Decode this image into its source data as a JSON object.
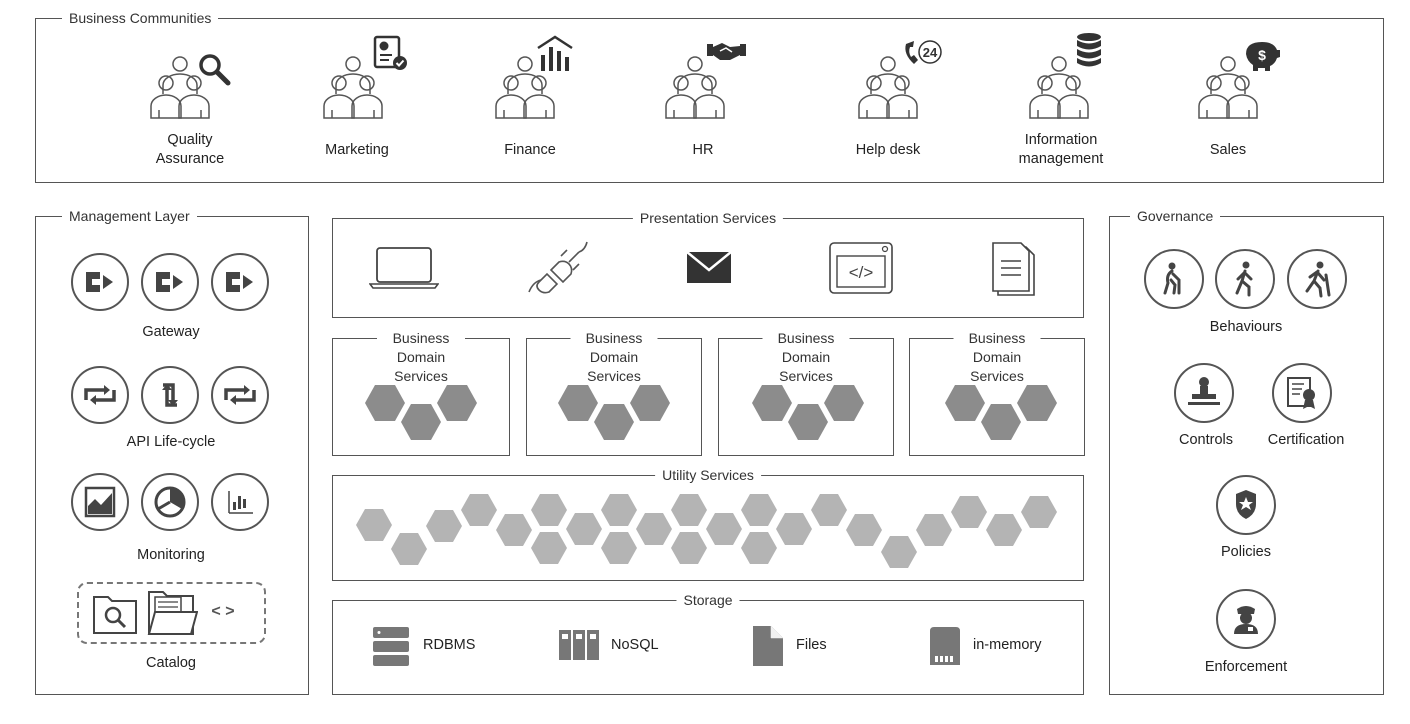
{
  "business_communities": {
    "title": "Business Communities",
    "items": [
      {
        "label": "Quality\nAssurance",
        "icon": "magnifier-icon"
      },
      {
        "label": "Marketing",
        "icon": "report-icon"
      },
      {
        "label": "Finance",
        "icon": "bank-chart-icon"
      },
      {
        "label": "HR",
        "icon": "handshake-icon"
      },
      {
        "label": "Help desk",
        "icon": "phone-24-icon"
      },
      {
        "label": "Information\nmanagement",
        "icon": "database-icon"
      },
      {
        "label": "Sales",
        "icon": "piggy-bank-icon"
      }
    ]
  },
  "management_layer": {
    "title": "Management Layer",
    "gateway": "Gateway",
    "api_lifecycle": "API Life-cycle",
    "monitoring": "Monitoring",
    "catalog": "Catalog",
    "catalog_code": "< >"
  },
  "presentation_services": {
    "title": "Presentation Services",
    "icons": [
      "laptop-icon",
      "plug-icon",
      "envelope-icon",
      "code-window-icon",
      "document-icon"
    ]
  },
  "business_domain_services": {
    "label": "Business Domain\nServices",
    "count": 4
  },
  "utility_services": {
    "title": "Utility Services"
  },
  "storage": {
    "title": "Storage",
    "items": [
      {
        "label": "RDBMS",
        "icon": "server-icon"
      },
      {
        "label": "NoSQL",
        "icon": "columns-icon"
      },
      {
        "label": "Files",
        "icon": "file-icon"
      },
      {
        "label": "in-memory",
        "icon": "memory-card-icon"
      }
    ]
  },
  "governance": {
    "title": "Governance",
    "behaviours": "Behaviours",
    "controls": "Controls",
    "certification": "Certification",
    "policies": "Policies",
    "enforcement": "Enforcement"
  },
  "colors": {
    "border": "#555555",
    "hex_dark": "#8c8c8c",
    "hex_light": "#b4b4b4"
  }
}
